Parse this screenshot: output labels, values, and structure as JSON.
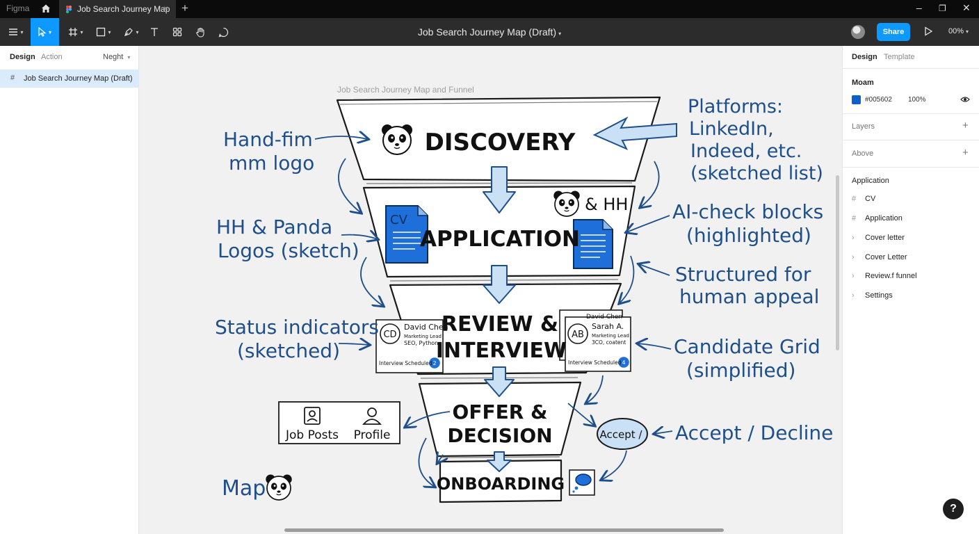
{
  "titlebar": {
    "app_name": "Figma",
    "tab_label": "Job Search Journey Map",
    "tab_close": "×",
    "new_tab": "+",
    "win_minimize": "–",
    "win_restore": "❐",
    "win_close": "✕"
  },
  "toolbar": {
    "document_title": "Job Search Journey Map (Draft)",
    "share_label": "Share",
    "zoom_label": "00%",
    "tools": [
      "menu-icon",
      "move-icon",
      "frame-icon",
      "rectangle-icon",
      "pen-icon",
      "text-icon",
      "components-icon",
      "hand-icon",
      "comment-icon"
    ]
  },
  "left_panel": {
    "tabs": [
      "Design",
      "Action"
    ],
    "page_selector": "Neght",
    "pages": [
      {
        "label": "Job Search Journey Map (Draft)",
        "selected": true
      }
    ]
  },
  "canvas": {
    "frame_label": "Job Search Journey Map and Funnel",
    "stages": [
      "DISCOVERY",
      "APPLICATION",
      "REVIEW &",
      "INTERVIEW",
      "OFFER &",
      "DECISION",
      "ONBOARDING"
    ],
    "annotations_left": {
      "logo_1": "Hand-fim",
      "logo_2": "mm logo",
      "hh_1": "HH & Panda",
      "hh_2": "Logos (sketch)",
      "status_1": "Status indicators",
      "status_2": "(sketched)",
      "map": "Map"
    },
    "annotations_right": {
      "platforms_1": "Platforms:",
      "platforms_2": "LinkedIn,",
      "platforms_3": "Indeed, etc.",
      "platforms_4": "(sketched list)",
      "ai_1": "AI-check blocks",
      "ai_2": "(highlighted)",
      "struct_1": "Structured for",
      "struct_2": "human appeal",
      "grid_1": "Candidate Grid",
      "grid_2": "(simplified)",
      "accept": "Accept / Decline"
    },
    "application_extras": {
      "cv": "CV",
      "brand": "& HH"
    },
    "card_left": {
      "initials": "CD",
      "name": "David Chen",
      "role": "Marketing Lead",
      "skills": "SEO, Python",
      "status": "Interview Scheduled",
      "count": "2"
    },
    "card_right": {
      "back_name": "David Chen",
      "initials": "AB",
      "name": "Sarah A.",
      "role": "Marketing Lead",
      "skills": "3CO, coatent",
      "status": "Interview Scheduled",
      "count": "4"
    },
    "nav_box": {
      "job_posts": "Job Posts",
      "profile": "Profile"
    },
    "accept_bubble": "Accept /",
    "colors": {
      "ink": "#1f4f8a",
      "doc_blue": "#1e6fd9",
      "arrow_fill": "#c9e0f5"
    }
  },
  "right_panel": {
    "tabs": [
      "Design",
      "Template"
    ],
    "fill_section": "Moam",
    "fill_hex": "#005602",
    "fill_opacity": "100%",
    "layers_section": "Layers",
    "above_section": "Above",
    "application_section": "Application",
    "items": [
      {
        "icon": "#",
        "label": "CV"
      },
      {
        "icon": "#",
        "label": "Application"
      },
      {
        "icon": "›",
        "label": "Cover letter"
      },
      {
        "icon": "›",
        "label": "Cover Letter"
      },
      {
        "icon": "›",
        "label": "Review.f funnel"
      },
      {
        "icon": "›",
        "label": "Settings"
      }
    ]
  },
  "help_label": "?"
}
